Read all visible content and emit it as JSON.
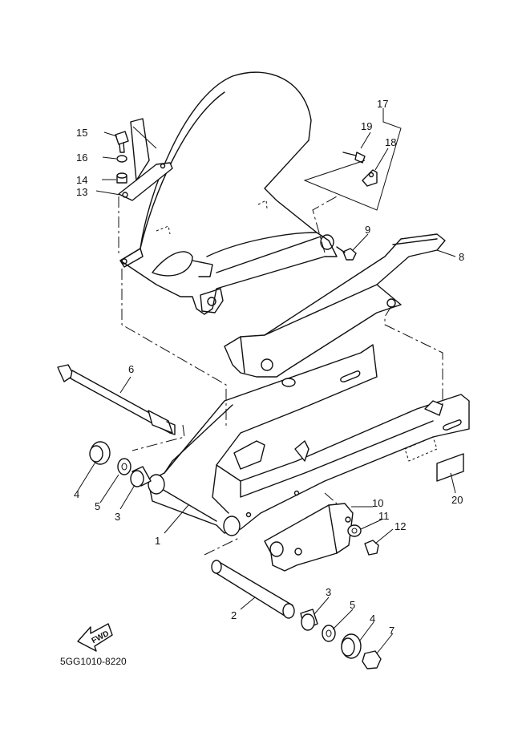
{
  "callouts": {
    "c1": "1",
    "c2": "2",
    "c3a": "3",
    "c3b": "3",
    "c4a": "4",
    "c4b": "4",
    "c5a": "5",
    "c5b": "5",
    "c6": "6",
    "c7": "7",
    "c8": "8",
    "c9": "9",
    "c10": "10",
    "c11": "11",
    "c12": "12",
    "c13": "13",
    "c14": "14",
    "c15": "15",
    "c16": "16",
    "c17": "17",
    "c18": "18",
    "c19": "19",
    "c20": "20"
  },
  "fwd_label": "FWD",
  "diagram_code": "5GG1010-8220"
}
